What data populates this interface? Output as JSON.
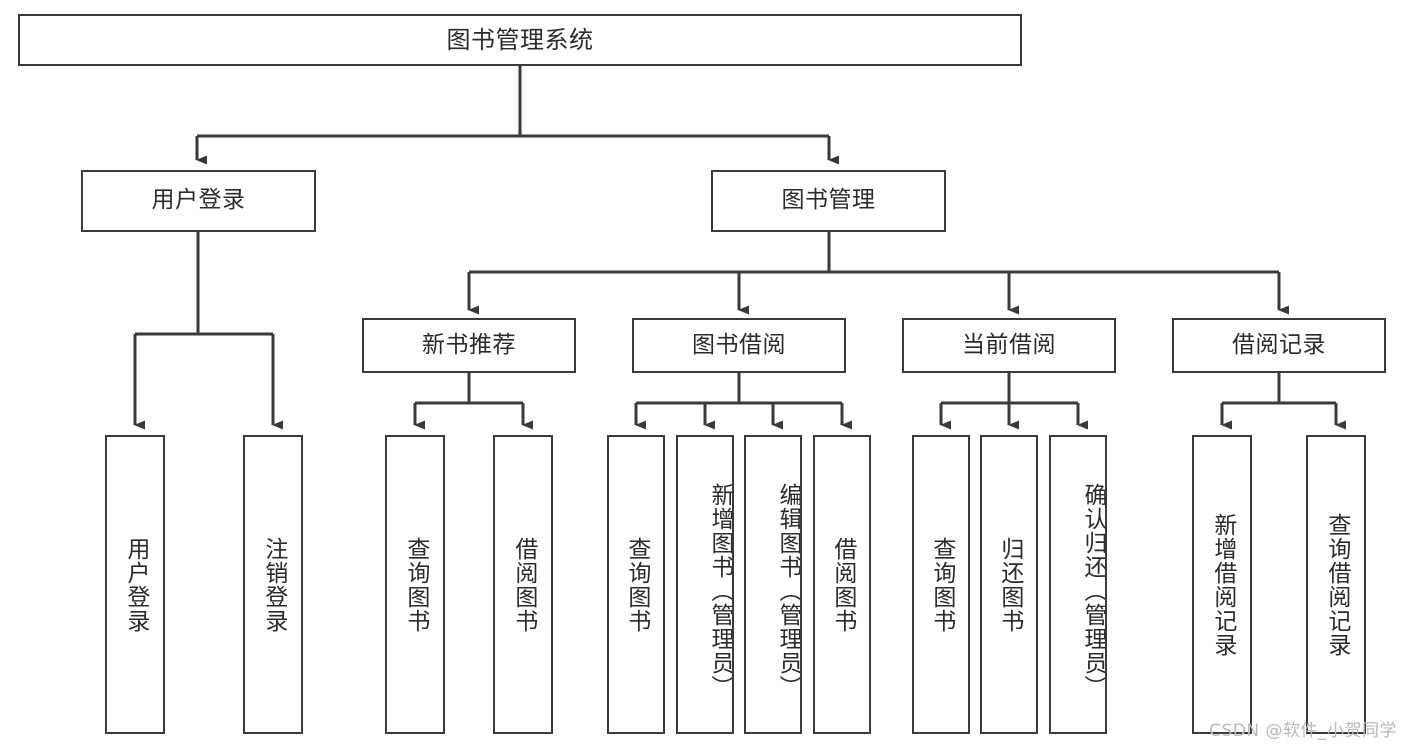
{
  "diagram": {
    "title": "图书管理系统",
    "type": "functional-decomposition-tree",
    "colors": {
      "background": "#ffffff",
      "stroke": "#3a3a3a",
      "text": "#2b2b2b",
      "watermark": "#b9b9b9"
    },
    "root": {
      "label": "图书管理系统"
    },
    "level2": [
      {
        "key": "user_login",
        "label": "用户登录"
      },
      {
        "key": "book_manage",
        "label": "图书管理"
      }
    ],
    "level3": [
      {
        "key": "new_book_rec",
        "label": "新书推荐"
      },
      {
        "key": "book_borrow",
        "label": "图书借阅"
      },
      {
        "key": "current_borrow",
        "label": "当前借阅"
      },
      {
        "key": "borrow_record",
        "label": "借阅记录"
      }
    ],
    "leaves": {
      "user_login": [
        {
          "label": "用户登录"
        },
        {
          "label": "注销登录"
        }
      ],
      "new_book_rec": [
        {
          "label": "查询图书"
        },
        {
          "label": "借阅图书"
        }
      ],
      "book_borrow": [
        {
          "label": "查询图书"
        },
        {
          "label": "新增图书（管理员）"
        },
        {
          "label": "编辑图书（管理员）"
        },
        {
          "label": "借阅图书"
        }
      ],
      "current_borrow": [
        {
          "label": "查询图书"
        },
        {
          "label": "归还图书"
        },
        {
          "label": "确认归还（管理员）"
        }
      ],
      "borrow_record": [
        {
          "label": "新增借阅记录"
        },
        {
          "label": "查询借阅记录"
        }
      ]
    },
    "watermark": "CSDN @软件_小贺同学"
  }
}
